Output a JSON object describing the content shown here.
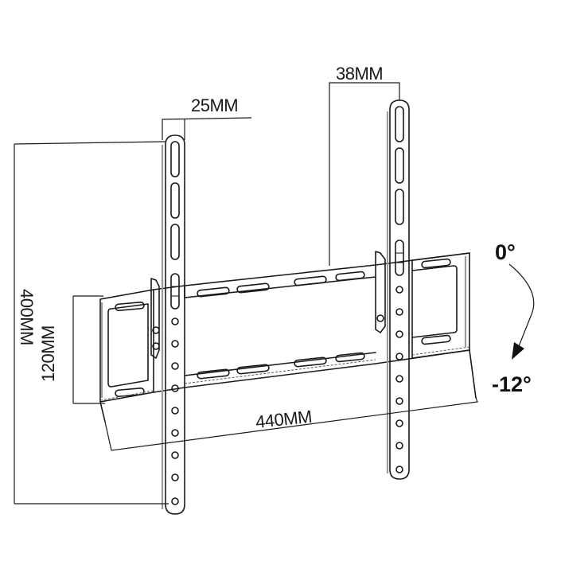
{
  "dimensions": {
    "arm_width_left": "25MM",
    "arm_width_right": "38MM",
    "vertical_height": "400MM",
    "frame_height": "120MM",
    "frame_width": "440MM"
  },
  "tilt": {
    "start_angle": "0°",
    "end_angle": "-12°"
  },
  "colors": {
    "line": "#1a1a1a",
    "background": "#ffffff",
    "shade": "#9a9a9a"
  }
}
